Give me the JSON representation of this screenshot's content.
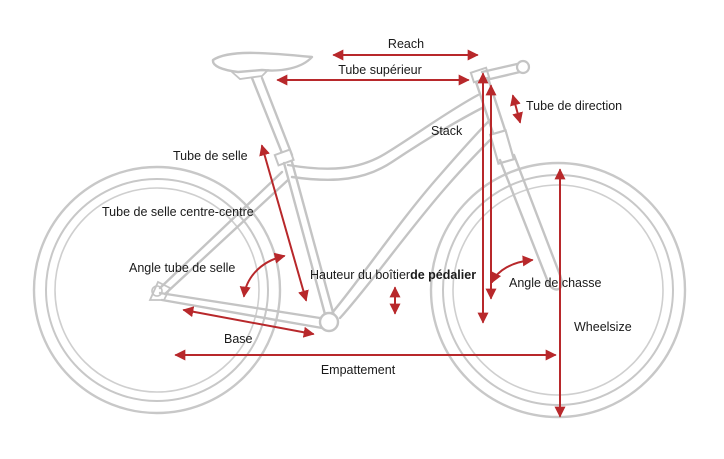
{
  "diagram": {
    "labels": {
      "reach": "Reach",
      "top_tube": "Tube supérieur",
      "head_tube": "Tube de direction",
      "stack": "Stack",
      "seat_tube": "Tube de selle",
      "seat_tube_cc": "Tube de selle centre-centre",
      "seat_angle": "Angle tube de selle",
      "bb_height_part1": "Hauteur du boîtier",
      "bb_height_part2": "de pédalier",
      "head_angle": "Angle de chasse",
      "wheelsize": "Wheelsize",
      "chainstay": "Base",
      "wheelbase": "Empattement"
    },
    "colors": {
      "measure_arrow": "#b8282b",
      "frame_line": "#c4c4c4",
      "text": "#1a1a1a",
      "background": "#ffffff"
    }
  }
}
